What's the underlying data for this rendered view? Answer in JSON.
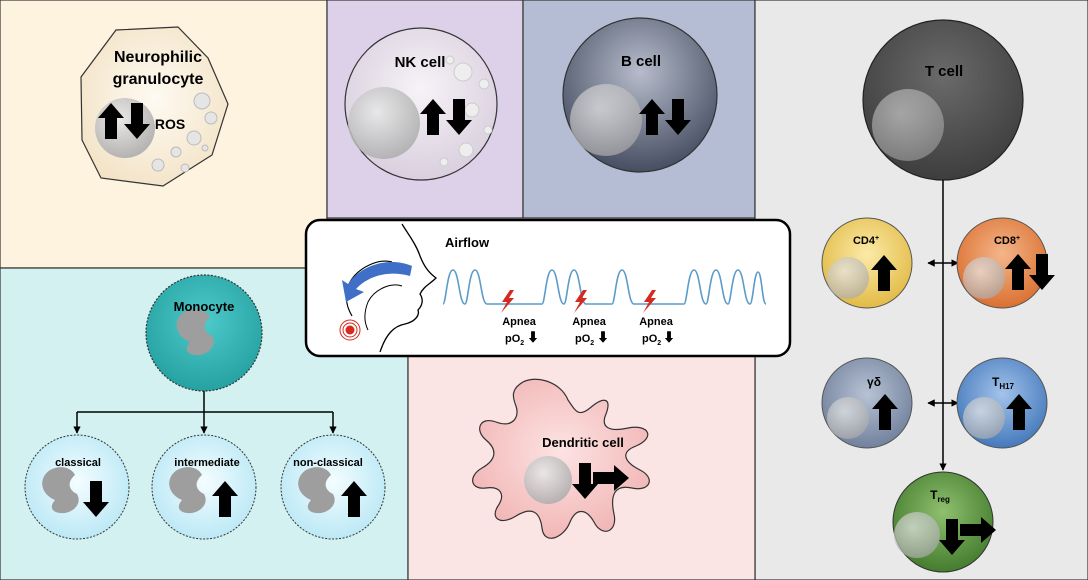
{
  "panels": {
    "neutrophil": {
      "title_line1": "Neurophilic",
      "title_line2": "granulocyte",
      "marker": "ROS",
      "bg": "#fdf3df",
      "changes": [
        "up",
        "down"
      ]
    },
    "nk": {
      "title": "NK cell",
      "bg": "#ddd0e9",
      "changes": [
        "up",
        "down"
      ]
    },
    "b": {
      "title": "B cell",
      "bg": "#b4bdd3",
      "changes": [
        "up",
        "down"
      ]
    },
    "t": {
      "title": "T cell",
      "bg": "#e9e9e9",
      "changes": []
    },
    "monocyte": {
      "title": "Monocyte",
      "bg": "#d3f1f1",
      "changes": []
    },
    "dendritic": {
      "title": "Dendritic cell",
      "bg": "#fbe4e4",
      "changes": [
        "down",
        "right"
      ]
    }
  },
  "monocyte_subsets": [
    {
      "label": "classical",
      "change": "down"
    },
    {
      "label": "intermediate",
      "change": "up"
    },
    {
      "label": "non-classical",
      "change": "up"
    }
  ],
  "t_subsets": {
    "cd4": {
      "label": "CD4",
      "sup": "+",
      "color": "#f1d46a",
      "changes": [
        "up"
      ]
    },
    "cd8": {
      "label": "CD8",
      "sup": "+",
      "color": "#e98444",
      "changes": [
        "up",
        "down"
      ]
    },
    "gd": {
      "label": "γδ",
      "color": "#7f90ad",
      "changes": [
        "up"
      ]
    },
    "th17": {
      "label": "T",
      "sub": "H17",
      "color": "#5a8ccb",
      "changes": [
        "up"
      ]
    },
    "treg": {
      "label": "T",
      "sub": "reg",
      "color": "#4f8a36",
      "changes": [
        "down",
        "right"
      ]
    }
  },
  "airflow": {
    "title": "Airflow",
    "events": [
      {
        "label": "Apnea",
        "po2": "pO",
        "po2_sub": "2"
      },
      {
        "label": "Apnea",
        "po2": "pO",
        "po2_sub": "2"
      },
      {
        "label": "Apnea",
        "po2": "pO",
        "po2_sub": "2"
      }
    ],
    "wave_color": "#5b9bc9",
    "arrow_color": "#3f6fc6",
    "lightning_color": "#d42a1f"
  }
}
